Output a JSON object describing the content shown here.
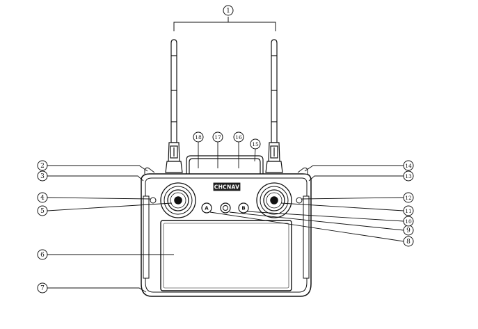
{
  "brand_label": "CHCNAV",
  "callouts": [
    "1",
    "2",
    "3",
    "4",
    "5",
    "6",
    "7",
    "8",
    "9",
    "10",
    "11",
    "12",
    "13",
    "14",
    "15",
    "16",
    "17",
    "18"
  ],
  "buttons": {
    "a_label": "A",
    "b_label": "B"
  },
  "colors": {
    "ink": "#111111",
    "paper": "#ffffff",
    "brand_bg": "#222222"
  }
}
